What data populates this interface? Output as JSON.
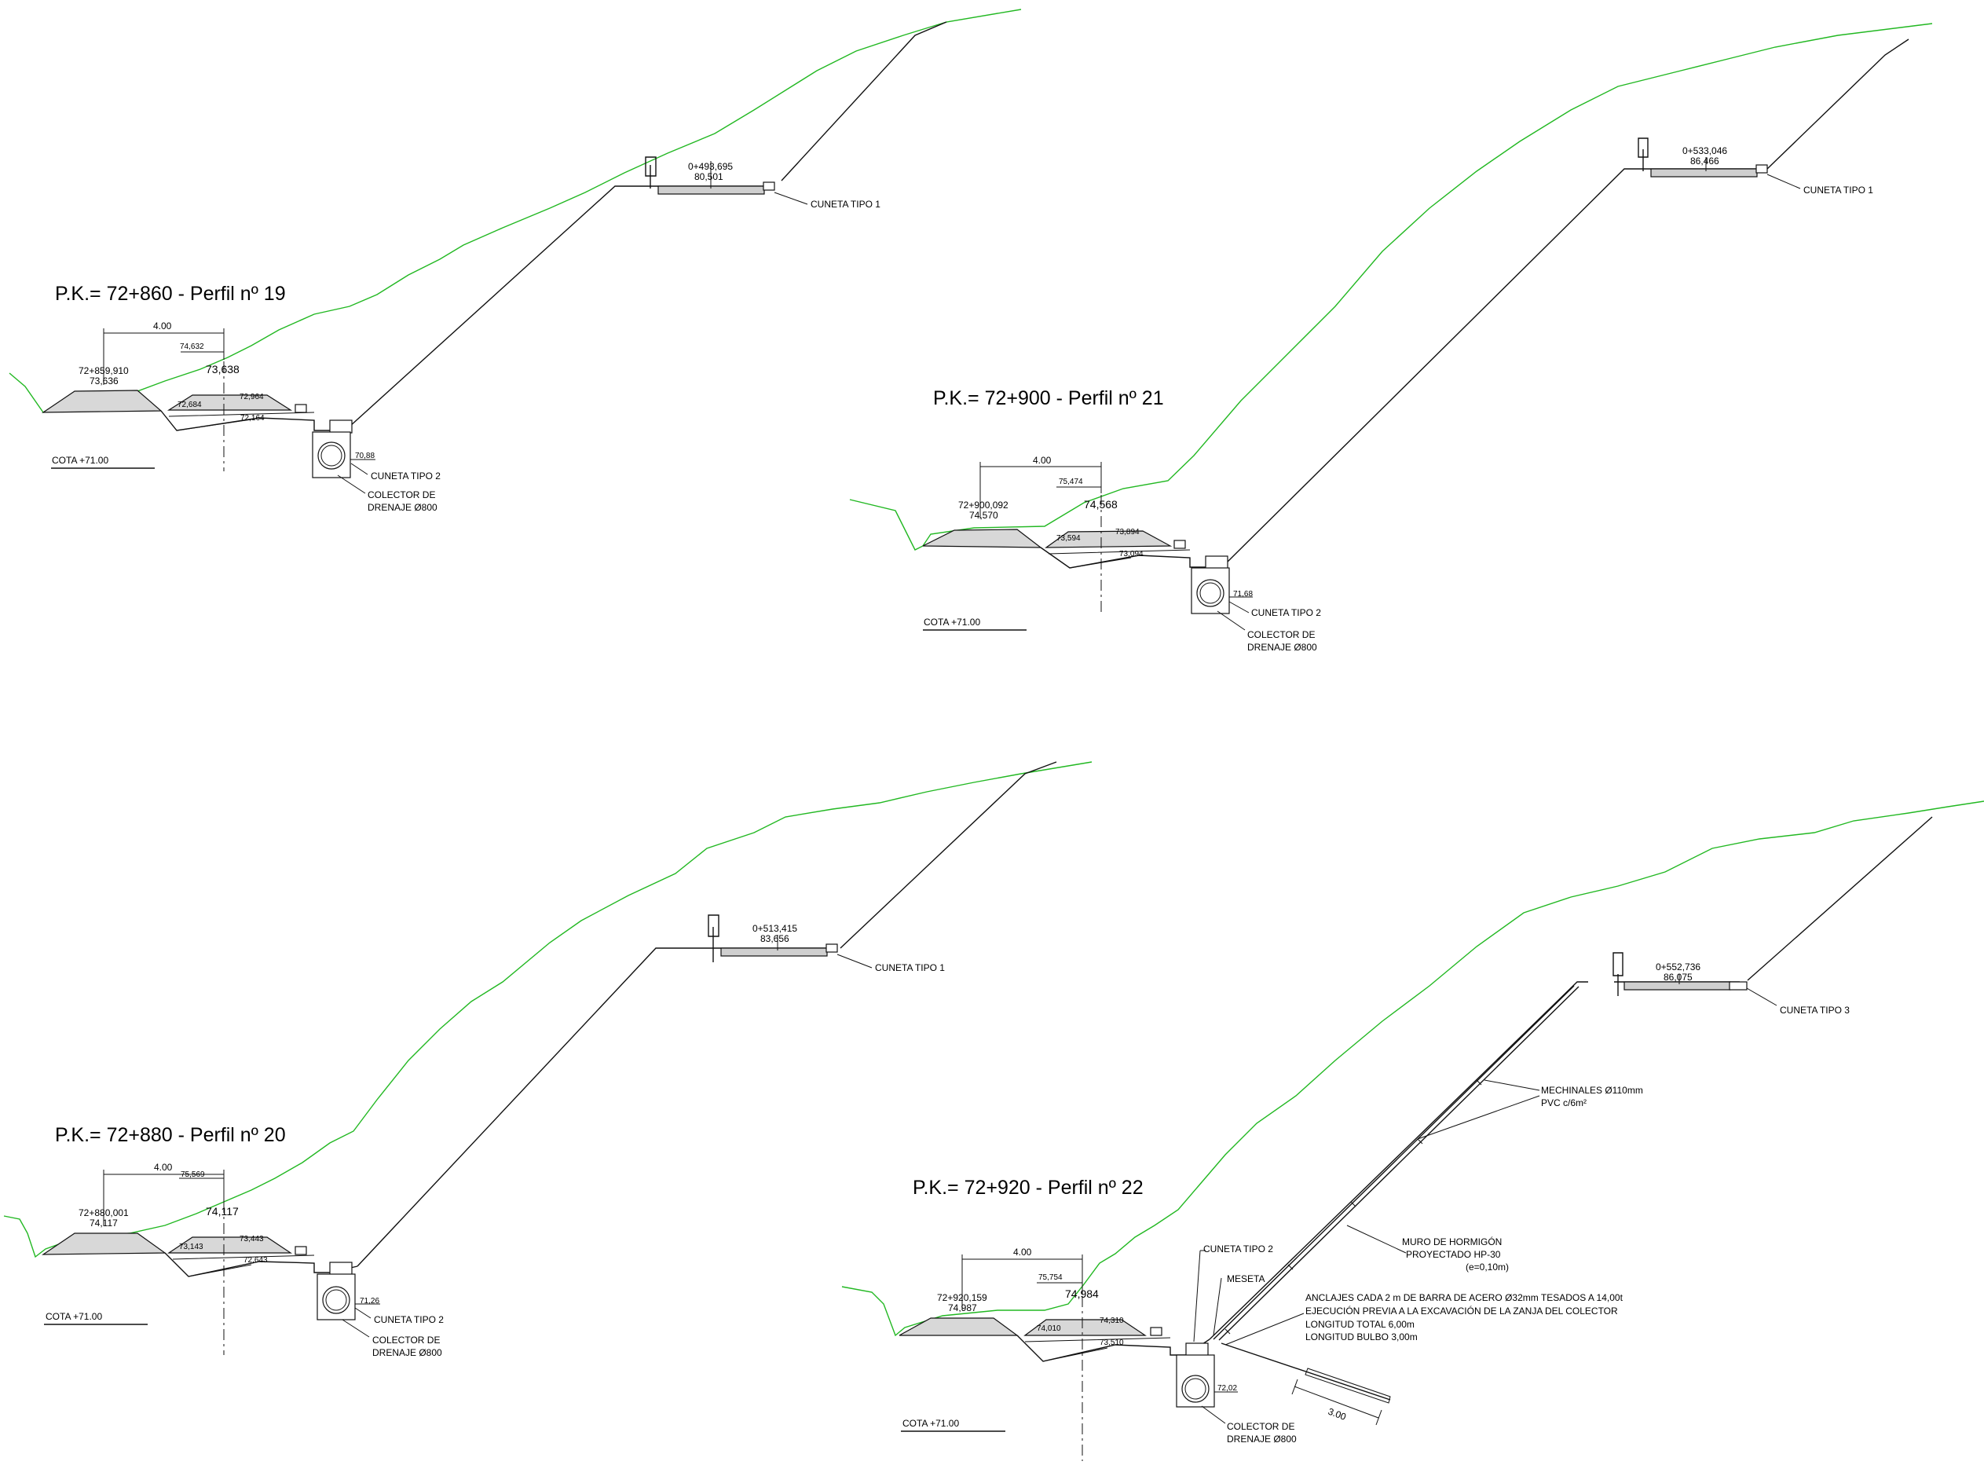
{
  "sections": [
    {
      "title": "P.K.=  72+860 - Perfil nº 19",
      "width_label": "4.00",
      "dim_small": "74,632",
      "elev_main": "73,638",
      "pk_left": "72+859,910",
      "elev_left": "73,636",
      "elev_a": "72,684",
      "elev_b": "72,964",
      "elev_c": "72,164",
      "pipe_elev": "70,88",
      "cota": "COTA +71.00",
      "cuneta_low": "CUNETA TIPO 2",
      "colector_1": "COLECTOR DE",
      "colector_2": "DRENAJE Ø800",
      "road_pk": "0+493,695",
      "road_elev": "80,501",
      "cuneta_high": "CUNETA TIPO 1"
    },
    {
      "title": "P.K.=  72+880 - Perfil nº 20",
      "width_label": "4.00",
      "dim_small": "75,569",
      "elev_main": "74,117",
      "pk_left": "72+880,001",
      "elev_left": "74,117",
      "elev_a": "73,143",
      "elev_b": "73,443",
      "elev_c": "72,643",
      "pipe_elev": "71,26",
      "cota": "COTA +71.00",
      "cuneta_low": "CUNETA TIPO 2",
      "colector_1": "COLECTOR DE",
      "colector_2": "DRENAJE Ø800",
      "road_pk": "0+513,415",
      "road_elev": "83,656",
      "cuneta_high": "CUNETA TIPO 1"
    },
    {
      "title": "P.K.=  72+900 - Perfil nº 21",
      "width_label": "4.00",
      "dim_small": "75,474",
      "elev_main": "74,568",
      "pk_left": "72+900,092",
      "elev_left": "74,570",
      "elev_a": "73,594",
      "elev_b": "73,894",
      "elev_c": "73,094",
      "pipe_elev": "71,68",
      "cota": "COTA +71.00",
      "cuneta_low": "CUNETA TIPO 2",
      "colector_1": "COLECTOR DE",
      "colector_2": "DRENAJE Ø800",
      "road_pk": "0+533,046",
      "road_elev": "86,466",
      "cuneta_high": "CUNETA TIPO 1"
    },
    {
      "title": "P.K.=  72+920 - Perfil nº 22",
      "width_label": "4.00",
      "dim_small": "75,754",
      "elev_main": "74,984",
      "pk_left": "72+920,159",
      "elev_left": "74,987",
      "elev_a": "74,010",
      "elev_b": "74,310",
      "elev_c": "73,510",
      "pipe_elev": "72,02",
      "cota": "COTA +71.00",
      "cuneta_low": "CUNETA TIPO 2",
      "colector_1": "COLECTOR DE",
      "colector_2": "DRENAJE Ø800",
      "road_pk": "0+552,736",
      "road_elev": "86,075",
      "cuneta_high": "CUNETA TIPO 3",
      "meseta": "MESETA",
      "mechinales_1": "MECHINALES Ø110mm",
      "mechinales_2": "PVC c/6m²",
      "muro_1": "MURO DE HORMIGÓN",
      "muro_2": "PROYECTADO HP-30",
      "muro_3": "(e=0,10m)",
      "anclajes_1": "ANCLAJES CADA 2 m DE BARRA DE ACERO Ø32mm TESADOS A 14,00t",
      "anclajes_2": "EJECUCIÓN PREVIA A LA EXCAVACIÓN DE LA ZANJA DEL COLECTOR",
      "anclajes_3": "LONGITUD TOTAL 6,00m",
      "anclajes_4": "LONGITUD BULBO 3,00m",
      "anchor_dim": "3.00"
    }
  ]
}
